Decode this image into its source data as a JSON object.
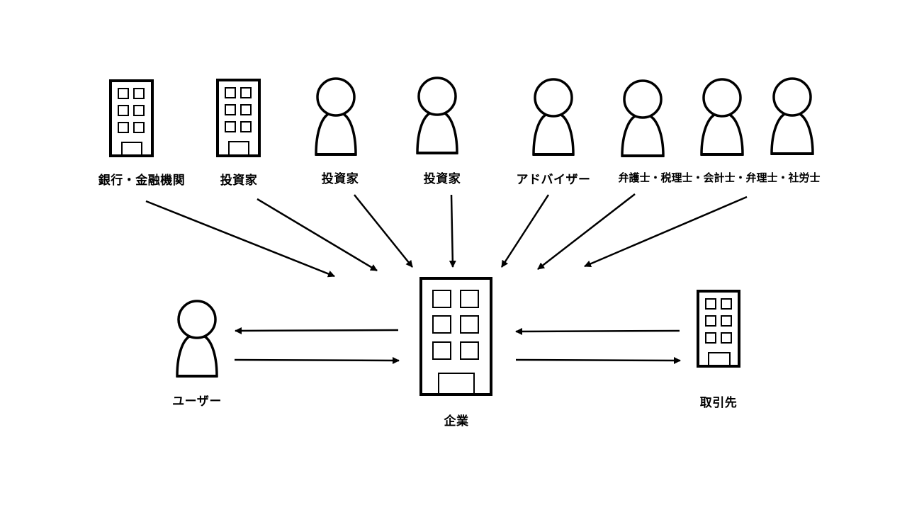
{
  "diagram": {
    "type": "stakeholder-relationship",
    "colors": {
      "stroke": "#000000",
      "background": "#ffffff"
    },
    "center": {
      "id": "company",
      "label": "企業",
      "icon": "building-icon"
    },
    "top_row": [
      {
        "id": "bank",
        "label": "銀行・金融機関",
        "icon": "building-icon"
      },
      {
        "id": "investor-1",
        "label": "投資家",
        "icon": "building-icon"
      },
      {
        "id": "investor-2",
        "label": "投資家",
        "icon": "person-icon"
      },
      {
        "id": "investor-3",
        "label": "投資家",
        "icon": "person-icon"
      },
      {
        "id": "advisor",
        "label": "アドバイザー",
        "icon": "person-icon"
      },
      {
        "id": "professionals",
        "label": "弁護士・税理士・会計士・弁理士・社労士",
        "icon": "person-icon",
        "icon_count": 3
      }
    ],
    "sides": [
      {
        "id": "user",
        "label": "ユーザー",
        "icon": "person-icon",
        "position": "left"
      },
      {
        "id": "partner",
        "label": "取引先",
        "icon": "building-icon",
        "position": "right"
      }
    ],
    "edges": [
      {
        "from": "bank",
        "to": "company",
        "direction": "one-way"
      },
      {
        "from": "investor-1",
        "to": "company",
        "direction": "one-way"
      },
      {
        "from": "investor-2",
        "to": "company",
        "direction": "one-way"
      },
      {
        "from": "investor-3",
        "to": "company",
        "direction": "one-way"
      },
      {
        "from": "advisor",
        "to": "company",
        "direction": "one-way"
      },
      {
        "from": "professionals",
        "to": "company",
        "direction": "one-way"
      },
      {
        "from": "professionals-2",
        "to": "company",
        "direction": "one-way"
      },
      {
        "from": "company",
        "to": "user",
        "direction": "one-way"
      },
      {
        "from": "user",
        "to": "company",
        "direction": "one-way"
      },
      {
        "from": "partner",
        "to": "company",
        "direction": "one-way"
      },
      {
        "from": "company",
        "to": "partner",
        "direction": "one-way"
      }
    ]
  }
}
